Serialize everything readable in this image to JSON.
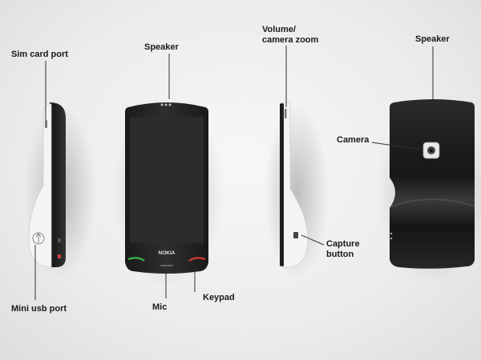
{
  "labels": {
    "sim_card_port": "Sim card port",
    "speaker_front": "Speaker",
    "volume_line1": "Volume/",
    "volume_line2": "camera zoom",
    "speaker_back": "Speaker",
    "camera": "Camera",
    "capture_line1": "Capture",
    "capture_line2": "button",
    "mini_usb_port": "Mini usb port",
    "mic": "Mic",
    "keypad": "Keypad"
  },
  "device": {
    "brand": "NOKIA"
  },
  "colors": {
    "body_dark": "#1e1e1e",
    "body_white": "#f4f4f4",
    "screen": "#2b2b2b",
    "key_green": "#3db54a",
    "key_red": "#d83a2e",
    "line": "#333333"
  }
}
